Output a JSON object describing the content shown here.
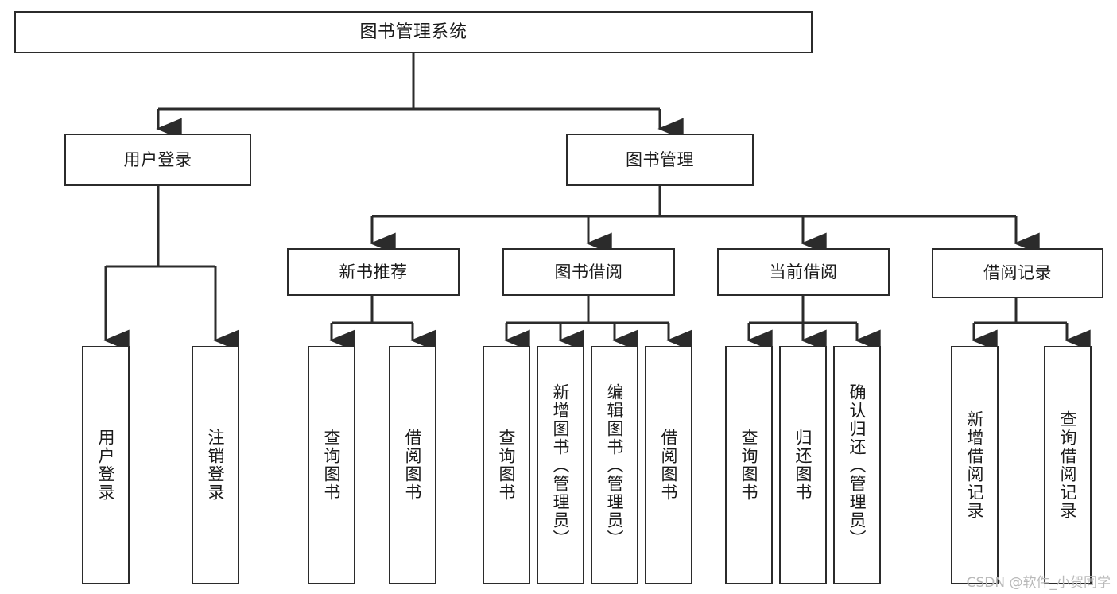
{
  "diagram": {
    "title": "图书管理系统",
    "watermark": "CSDN @软件_小贺同学",
    "line_color": "#2b2b2b",
    "box_fill": "#ffffff",
    "text_color": "#1a1a1a",
    "background": "#ffffff"
  },
  "nodes": {
    "root": {
      "label": "图书管理系统"
    },
    "level1": [
      {
        "label": "用户登录"
      },
      {
        "label": "图书管理"
      }
    ],
    "level2": [
      {
        "label": "新书推荐"
      },
      {
        "label": "图书借阅"
      },
      {
        "label": "当前借阅"
      },
      {
        "label": "借阅记录"
      }
    ],
    "leaves": {
      "user_login": [
        {
          "label": "用户登录"
        },
        {
          "label": "注销登录"
        }
      ],
      "new_book_recommend": [
        {
          "label": "查询图书"
        },
        {
          "label": "借阅图书"
        }
      ],
      "book_borrow": [
        {
          "label": "查询图书"
        },
        {
          "label": "新增图书（管理员）"
        },
        {
          "label": "编辑图书（管理员）"
        },
        {
          "label": "借阅图书"
        }
      ],
      "current_borrow": [
        {
          "label": "查询图书"
        },
        {
          "label": "归还图书"
        },
        {
          "label": "确认归还（管理员）"
        }
      ],
      "borrow_record": [
        {
          "label": "新增借阅记录"
        },
        {
          "label": "查询借阅记录"
        }
      ]
    }
  }
}
